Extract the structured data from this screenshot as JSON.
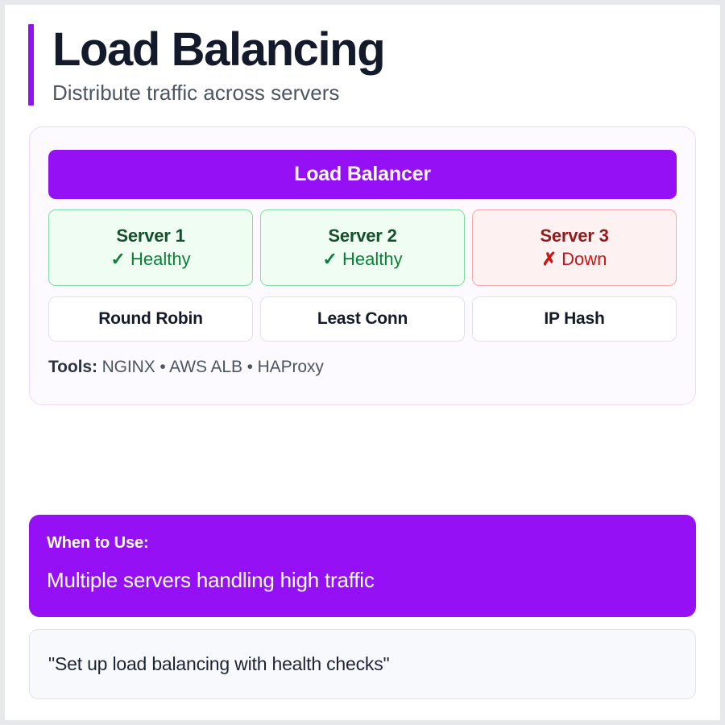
{
  "header": {
    "title": "Load Balancing",
    "subtitle": "Distribute traffic across servers",
    "accent_color": "#9610f5"
  },
  "diagram": {
    "load_balancer": {
      "label": "Load Balancer",
      "color": "#9610f5"
    },
    "servers": [
      {
        "name": "Server 1",
        "status_glyph": "✓",
        "status_label": "Healthy",
        "state": "healthy",
        "color": "#0a7f36"
      },
      {
        "name": "Server 2",
        "status_glyph": "✓",
        "status_label": "Healthy",
        "state": "healthy",
        "color": "#0a7f36"
      },
      {
        "name": "Server 3",
        "status_glyph": "✗",
        "status_label": "Down",
        "state": "down",
        "color": "#cb1515"
      }
    ],
    "algorithms": [
      {
        "label": "Round Robin"
      },
      {
        "label": "Least Conn"
      },
      {
        "label": "IP Hash"
      }
    ],
    "tools": {
      "label": "Tools:",
      "value": "NGINX • AWS ALB • HAProxy"
    }
  },
  "when_to_use": {
    "label": "When to Use:",
    "value": "Multiple servers handling high traffic"
  },
  "quote": {
    "text": "\"Set up load balancing with health checks\""
  }
}
